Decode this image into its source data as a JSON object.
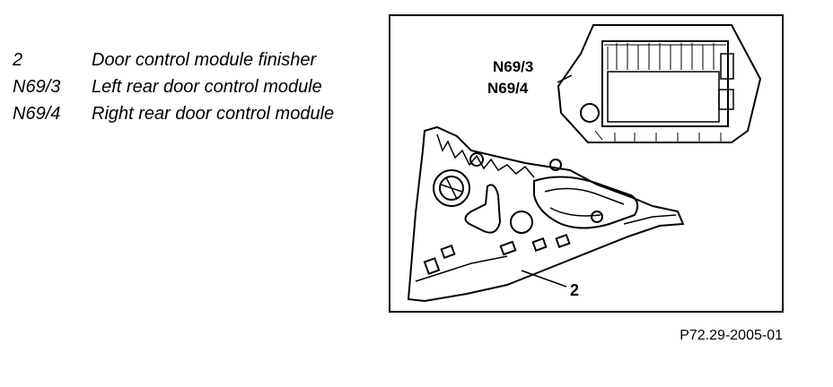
{
  "legend": [
    {
      "code": "2",
      "description": "Door control module finisher"
    },
    {
      "code": "N69/3",
      "description": "Left rear door control module"
    },
    {
      "code": "N69/4",
      "description": "Right rear door control module"
    }
  ],
  "callouts": {
    "module_top": "N69/3",
    "module_bottom": "N69/4",
    "finisher": "2"
  },
  "reference": "P72.29-2005-01"
}
